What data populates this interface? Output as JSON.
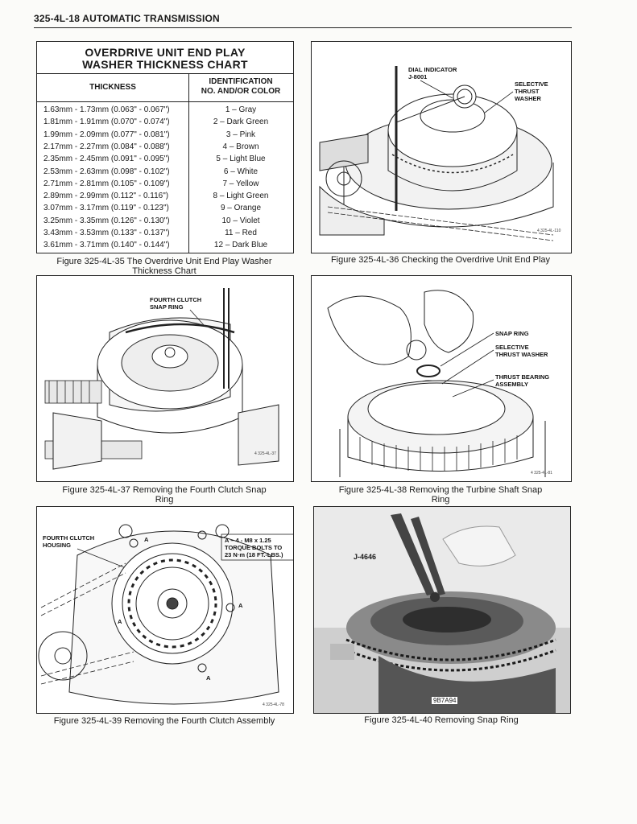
{
  "header": {
    "page_title": "325-4L-18 AUTOMATIC TRANSMISSION"
  },
  "chart": {
    "title_line1": "OVERDRIVE UNIT END PLAY",
    "title_line2": "WASHER THICKNESS CHART",
    "col_thickness": "THICKNESS",
    "col_id_line1": "IDENTIFICATION",
    "col_id_line2": "NO. AND/OR COLOR",
    "rows": [
      {
        "thickness": "1.63mm - 1.73mm (0.063\" - 0.067\")",
        "id": "1 – Gray"
      },
      {
        "thickness": "1.81mm - 1.91mm (0.070\" - 0.074\")",
        "id": "2 – Dark Green"
      },
      {
        "thickness": "1.99mm - 2.09mm (0.077\" - 0.081\")",
        "id": "3 – Pink"
      },
      {
        "thickness": "2.17mm - 2.27mm (0.084\" - 0.088\")",
        "id": "4 – Brown"
      },
      {
        "thickness": "2.35mm - 2.45mm (0.091\" - 0.095\")",
        "id": "5 – Light Blue"
      },
      {
        "thickness": "2.53mm - 2.63mm (0.098\" - 0.102\")",
        "id": "6 – White"
      },
      {
        "thickness": "2.71mm - 2.81mm (0.105\" - 0.109\")",
        "id": "7 – Yellow"
      },
      {
        "thickness": "2.89mm - 2.99mm (0.112\" - 0.116\")",
        "id": "8 – Light Green"
      },
      {
        "thickness": "3.07mm - 3.17mm (0.119\" - 0.123\")",
        "id": "9 – Orange"
      },
      {
        "thickness": "3.25mm - 3.35mm (0.126\" - 0.130\")",
        "id": "10 – Violet"
      },
      {
        "thickness": "3.43mm - 3.53mm (0.133\" - 0.137\")",
        "id": "11 – Red"
      },
      {
        "thickness": "3.61mm - 3.71mm (0.140\" - 0.144\")",
        "id": "12 – Dark Blue"
      }
    ]
  },
  "captions": {
    "fig35_line1": "Figure 325-4L-35 The Overdrive Unit End Play Washer",
    "fig35_line2": "Thickness Chart",
    "fig36": "Figure 325-4L-36 Checking the Overdrive Unit End Play",
    "fig37_line1": "Figure 325-4L-37 Removing the Fourth Clutch Snap",
    "fig37_line2": "Ring",
    "fig38_line1": "Figure 325-4L-38 Removing the Turbine Shaft Snap",
    "fig38_line2": "Ring",
    "fig39": "Figure 325-4L-39 Removing the Fourth Clutch Assembly",
    "fig40": "Figure 325-4L-40 Removing Snap Ring"
  },
  "fig36": {
    "dial_indicator": "DIAL INDICATOR",
    "tool_no": "J-8001",
    "selective_1": "SELECTIVE",
    "selective_2": "THRUST",
    "selective_3": "WASHER",
    "ref": "4 325-4L-110"
  },
  "fig37": {
    "label_1": "FOURTH CLUTCH",
    "label_2": "SNAP RING",
    "ref": "4 325-4L-37"
  },
  "fig38": {
    "snap_ring": "SNAP RING",
    "washer_1": "SELECTIVE",
    "washer_2": "THRUST WASHER",
    "bearing_1": "THRUST BEARING",
    "bearing_2": "ASSEMBLY",
    "ref": "4 325-4L-81"
  },
  "fig39": {
    "housing_1": "FOURTH CLUTCH",
    "housing_2": "HOUSING",
    "bolt_1": "A – 4 - M8 x 1.25",
    "bolt_2": "TORQUE BOLTS TO",
    "bolt_3": "23 N·m (18 FT.-LBS.)",
    "marker": "A",
    "ref": "4 325-4L-78"
  },
  "fig40": {
    "tool": "J-4646",
    "photo_code": "9B7A94"
  }
}
